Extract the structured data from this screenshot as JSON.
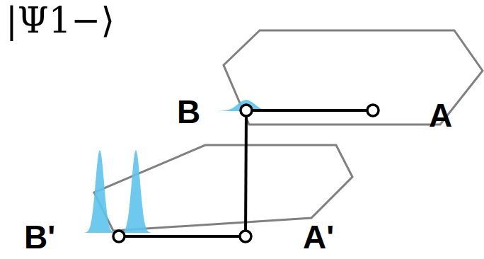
{
  "diagram": {
    "labels": [
      "|Ψ1−⟩",
      "B",
      "A",
      "B'",
      "A'"
    ]
  }
}
